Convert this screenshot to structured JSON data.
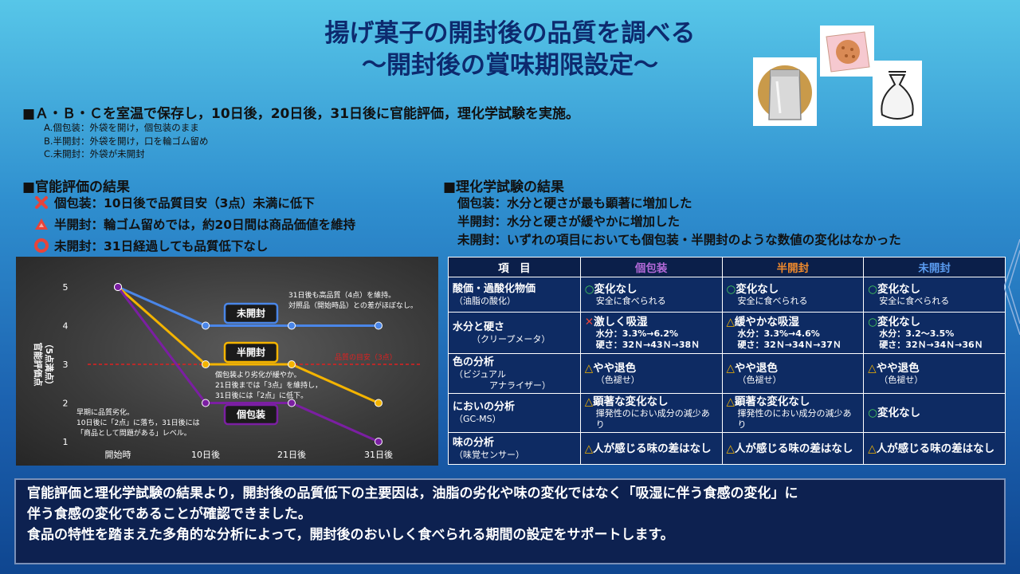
{
  "title": {
    "line1": "揚げ菓子の開封後の品質を調べる",
    "line2": "～開封後の賞味期限設定～"
  },
  "overview": {
    "text": "■Ａ・Ｂ・Ｃを室温で保存し，10日後，20日後，31日後に官能評価，理化学試験を実施。",
    "items": [
      "A.個包装：外袋を開け，個包装のまま",
      "B.半開封：外袋を開け，口を輪ゴム留め",
      "C.未開封：外袋が未開封"
    ]
  },
  "sensory": {
    "heading": "■官能評価の結果",
    "rows": [
      {
        "icon": "cross-icon",
        "color": "#e8443a",
        "text": "個包装：10日後で品質目安（3点）未満に低下"
      },
      {
        "icon": "triangle-icon",
        "color": "#e8443a",
        "text": "半開封：輪ゴム留めでは，約20日間は商品価値を維持"
      },
      {
        "icon": "circle-icon",
        "color": "#e8443a",
        "text": "未開封：31日経過しても品質低下なし"
      }
    ]
  },
  "chem": {
    "heading": "■理化学試験の結果",
    "rows": [
      "個包装：水分と硬さが最も顕著に増加した",
      "半開封：水分と硬さが緩やかに増加した",
      "未開封：いずれの項目においても個包装・半開封のような数値の変化はなかった"
    ]
  },
  "chart_data": {
    "type": "line",
    "categories": [
      "開始時",
      "10日後",
      "21日後",
      "31日後"
    ],
    "ylabel": "官能評価点\n（5点満点）",
    "ylim": [
      1,
      5
    ],
    "yticks": [
      "1",
      "2",
      "3",
      "4",
      "5"
    ],
    "threshold": {
      "value": 3,
      "label": "品質の目安（3点）",
      "color": "#e02020"
    },
    "series": [
      {
        "name": "未開封",
        "values": [
          5,
          4,
          4,
          4
        ],
        "color": "#4a86e8"
      },
      {
        "name": "半開封",
        "values": [
          5,
          3,
          3,
          2
        ],
        "color": "#f4b400"
      },
      {
        "name": "個包装",
        "values": [
          5,
          2,
          2,
          1
        ],
        "color": "#7b1fa2"
      }
    ],
    "annotations": {
      "unopened": [
        "31日後も高品質（4点）を維持。",
        "対照品（開始時品）との差がほぼなし。"
      ],
      "half": [
        "個包装より劣化が緩やか。",
        "21日後までは「3点」を維持し，",
        "31日後には「2点」に低下。"
      ],
      "individual": [
        "早期に品質劣化。",
        "10日後に「2点」に落ち，31日後には",
        "「商品として問題がある」レベル。"
      ]
    }
  },
  "table": {
    "headers": [
      "項　目",
      "個包装",
      "半開封",
      "未開封"
    ],
    "header_colors": [
      "#ffffff",
      "#b36ad9",
      "#f08a2c",
      "#5a9bef"
    ],
    "rows": [
      {
        "item": [
          "酸価・過酸化物価",
          "（油脂の酸化）"
        ],
        "cells": [
          {
            "mark": "○",
            "mark_color": "#44c75a",
            "main": "変化なし",
            "sub": [
              "安全に食べられる"
            ]
          },
          {
            "mark": "○",
            "mark_color": "#44c75a",
            "main": "変化なし",
            "sub": [
              "安全に食べられる"
            ]
          },
          {
            "mark": "○",
            "mark_color": "#44c75a",
            "main": "変化なし",
            "sub": [
              "安全に食べられる"
            ]
          }
        ]
      },
      {
        "item": [
          "水分と硬さ",
          "（クリープメータ）"
        ],
        "cells": [
          {
            "mark": "✕",
            "mark_color": "#e8443a",
            "main": "激しく吸湿",
            "sub": [
              "水分：3.3%→6.2%",
              "硬さ：32Ｎ→43Ｎ→38Ｎ"
            ]
          },
          {
            "mark": "△",
            "mark_color": "#f4b400",
            "main": "緩やかな吸湿",
            "sub": [
              "水分：3.3%→4.6%",
              "硬さ：32Ｎ→34Ｎ→37Ｎ"
            ]
          },
          {
            "mark": "○",
            "mark_color": "#44c75a",
            "main": "変化なし",
            "sub": [
              "水分：3.2～3.5%",
              "硬さ：32Ｎ→34Ｎ→36Ｎ"
            ]
          }
        ]
      },
      {
        "item": [
          "色の分析",
          "（ビジュアル",
          "アナライザー）"
        ],
        "cells": [
          {
            "mark": "△",
            "mark_color": "#f4b400",
            "main": "やや退色",
            "sub": [
              "（色褪せ）"
            ]
          },
          {
            "mark": "△",
            "mark_color": "#f4b400",
            "main": "やや退色",
            "sub": [
              "（色褪せ）"
            ]
          },
          {
            "mark": "△",
            "mark_color": "#f4b400",
            "main": "やや退色",
            "sub": [
              "（色褪せ）"
            ]
          }
        ]
      },
      {
        "item": [
          "においの分析",
          "（GC-MS）"
        ],
        "cells": [
          {
            "mark": "△",
            "mark_color": "#f4b400",
            "main": "顕著な変化なし",
            "sub": [
              "揮発性のにおい成分の減少あり"
            ]
          },
          {
            "mark": "△",
            "mark_color": "#f4b400",
            "main": "顕著な変化なし",
            "sub": [
              "揮発性のにおい成分の減少あり"
            ]
          },
          {
            "mark": "○",
            "mark_color": "#44c75a",
            "main": "変化なし",
            "sub": []
          }
        ]
      },
      {
        "item": [
          "味の分析",
          "（味覚センサー）"
        ],
        "cells": [
          {
            "mark": "△",
            "mark_color": "#f4b400",
            "main": "人が感じる味の差はなし",
            "sub": []
          },
          {
            "mark": "△",
            "mark_color": "#f4b400",
            "main": "人が感じる味の差はなし",
            "sub": []
          },
          {
            "mark": "△",
            "mark_color": "#f4b400",
            "main": "人が感じる味の差はなし",
            "sub": []
          }
        ]
      }
    ]
  },
  "conclusion": {
    "lines": [
      "官能評価と理化学試験の結果より，開封後の品質低下の主要因は，油脂の劣化や味の変化ではなく「吸湿に伴う食感の変化」に",
      "伴う食感の変化であることが確認できました。",
      "食品の特性を踏まえた多角的な分析によって，開封後のおいしく食べられる期間の設定をサポートします。"
    ]
  },
  "images": [
    "foil-pouch-image",
    "cracker-package-image",
    "plastic-bag-image"
  ]
}
